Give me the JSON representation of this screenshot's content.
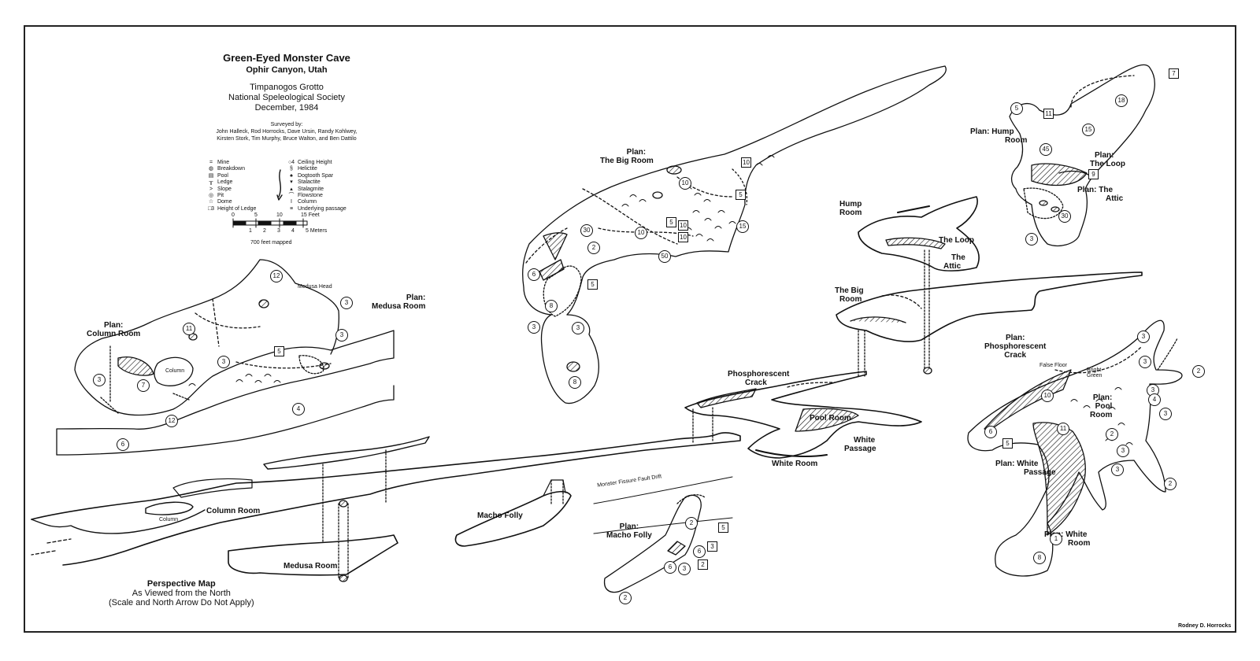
{
  "title": {
    "name": "Green-Eyed Monster Cave",
    "location": "Ophir Canyon, Utah",
    "org_lines": [
      "Timpanogos Grotto",
      "National Speleological Society",
      "December, 1984"
    ],
    "surveyed_by_label": "Surveyed by:",
    "surveyors_lines": [
      "John Halleck, Rod Horrocks, Dave Ursin, Randy Kohlwey,",
      "Kirsten Stork, Tim Murphy, Bruce Walton, and Ben Dattilo"
    ]
  },
  "legend": {
    "left": [
      {
        "symbol": "=",
        "label": "Mine"
      },
      {
        "symbol": "◍",
        "label": "Breakdown"
      },
      {
        "symbol": "▤",
        "label": "Pool"
      },
      {
        "symbol": "╥",
        "label": "Ledge"
      },
      {
        "symbol": ">",
        "label": "Slope"
      },
      {
        "symbol": "◎",
        "label": "Pit"
      },
      {
        "symbol": "☆",
        "label": "Dome"
      },
      {
        "symbol": "□3",
        "label": "Height of Ledge"
      }
    ],
    "right": [
      {
        "symbol": "○4",
        "label": "Ceiling Height"
      },
      {
        "symbol": "§",
        "label": "Helictite"
      },
      {
        "symbol": "♠",
        "label": "Dogtooth Spar"
      },
      {
        "symbol": "▾",
        "label": "Stalactite"
      },
      {
        "symbol": "▴",
        "label": "Stalagmite"
      },
      {
        "symbol": "⌒",
        "label": "Flowstone"
      },
      {
        "symbol": "I",
        "label": "Column"
      },
      {
        "symbol": "≡",
        "label": "Underlying passage"
      }
    ]
  },
  "scale": {
    "feet_ticks": [
      "0",
      "5",
      "10",
      "15 Feet"
    ],
    "meter_ticks": [
      "1",
      "2",
      "3",
      "4",
      "5 Meters"
    ],
    "mapped_note": "700 feet mapped"
  },
  "plan_labels": {
    "big_room": [
      "Plan:",
      "The Big Room"
    ],
    "column_room": [
      "Plan:",
      "Column Room"
    ],
    "medusa_room": [
      "Plan:",
      "Medusa Room"
    ],
    "medusa_head": "Medusa Head",
    "column": "Column",
    "hump_room": [
      "Plan:  Hump",
      "Room"
    ],
    "the_loop": [
      "Plan:",
      "The Loop"
    ],
    "the_attic": [
      "Plan:  The",
      "Attic"
    ],
    "phosphorescent_crack": [
      "Plan:",
      "Phosphorescent",
      "Crack"
    ],
    "false_floor": "False Floor",
    "bright_green": [
      "Bright",
      "Green"
    ],
    "pool_room": [
      "Plan:",
      "Pool",
      "Room"
    ],
    "white_passage": [
      "Plan:  White",
      "Passage"
    ],
    "white_room": [
      "Plan:  White",
      "Room"
    ],
    "macho_folly": [
      "Plan:",
      "Macho Folly"
    ]
  },
  "perspective_labels": {
    "hump_room": [
      "Hump",
      "Room"
    ],
    "the_loop": "The Loop",
    "the_attic": [
      "The",
      "Attic"
    ],
    "big_room": [
      "The Big",
      "Room"
    ],
    "phosphorescent_crack": [
      "Phosphorescent",
      "Crack"
    ],
    "pool_room": "Pool Room",
    "white_passage": [
      "White",
      "Passage"
    ],
    "white_room": "White Room",
    "column_room": "Column Room",
    "column": "Column",
    "medusa_room": "Medusa Room",
    "macho_folly": "Macho Folly",
    "fault_drift": "Monster Fissure Fault Drift"
  },
  "perspective_note": {
    "line1": "Perspective Map",
    "line2": "As Viewed from the North",
    "line3": "(Scale and North Arrow Do Not Apply)"
  },
  "author": "Rodney D. Horrocks",
  "numbers": {
    "big_room": [
      "10",
      "10",
      "5",
      "5",
      "10",
      "15",
      "10",
      "30",
      "2",
      "10",
      "50",
      "6",
      "8",
      "5",
      "3",
      "3",
      "8"
    ],
    "column_room": [
      "11",
      "3",
      "7",
      "3",
      "12",
      "6",
      "4",
      "5"
    ],
    "medusa_room": [
      "12",
      "3",
      "3"
    ],
    "hump_room": [
      "5",
      "11",
      "45",
      "15",
      "18",
      "7",
      "9",
      "3",
      "30"
    ],
    "phos_crack": [
      "3",
      "10",
      "3",
      "2",
      "3",
      "2",
      "3",
      "11",
      "6",
      "5",
      "2",
      "3",
      "4",
      "1",
      "8",
      "3"
    ],
    "macho": [
      "2",
      "5",
      "6",
      "3",
      "2",
      "6",
      "3",
      "2"
    ]
  }
}
